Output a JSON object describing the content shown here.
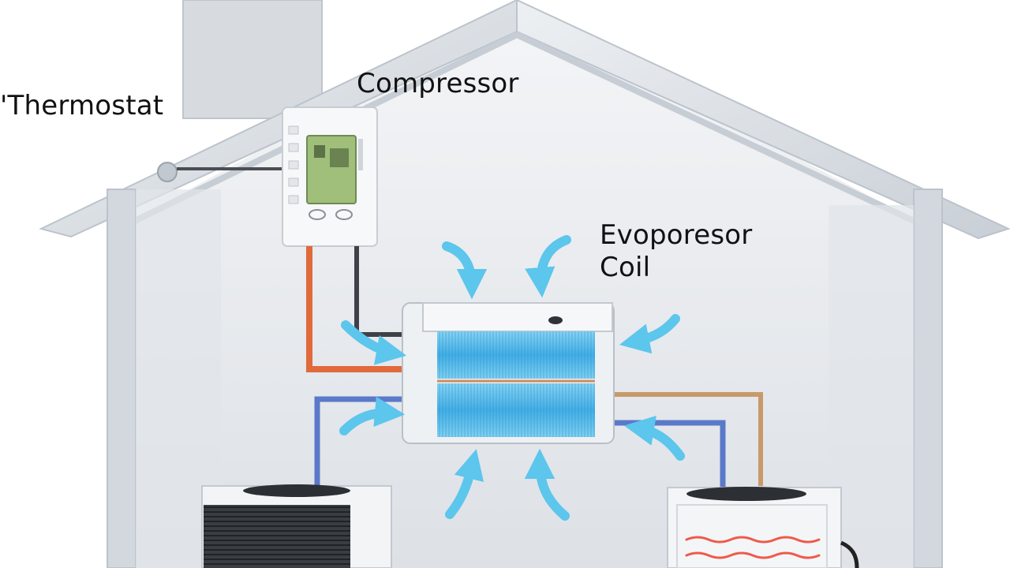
{
  "labels": {
    "thermostat": "'Thermostat",
    "compressor": "Compressor",
    "evaporator_coil": "Evoporesor\nCoil"
  },
  "colors": {
    "house_fill": "#e7eaee",
    "house_edge": "#c4cad2",
    "airflow_arrow": "#5cc6ec",
    "coil_blue": "#56b7e8",
    "refrigerant_hot_line": "#e06a3a",
    "refrigerant_cold_line": "#5b79c9",
    "copper_line": "#c89a6a",
    "heat_waves": "#ef5a4a",
    "thermostat_screen": "#9fbf7a"
  },
  "icons": [
    "thermostat-icon",
    "air-handler-icon",
    "condenser-unit-icon",
    "airflow-arrow-icon"
  ]
}
